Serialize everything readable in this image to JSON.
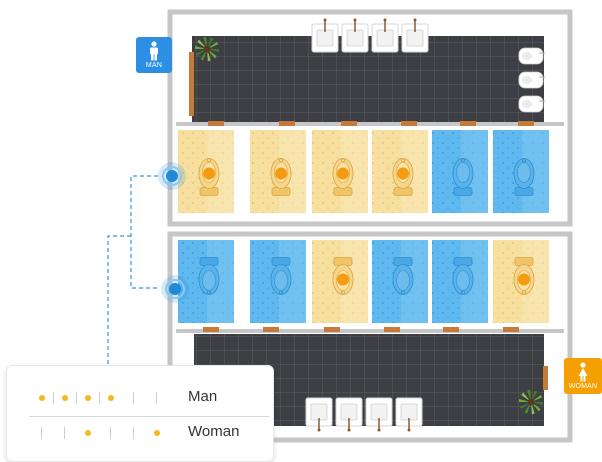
{
  "colors": {
    "occupied_fill": "#f7dfa0",
    "vacant_fill": "#5fb8ee",
    "vacant_fill_light": "#8acdf5",
    "floor_tile": "#3d3f44",
    "wall": "#c6c6c6",
    "connector": "#2d9ae3",
    "marker": "#1e8bd9",
    "man_badge": "#2d8fe3",
    "woman_badge": "#f5a000",
    "occupied_dot": "#f5b81e",
    "occupied_seat_dot": "#f39c12"
  },
  "mens_room": {
    "label": "MAN",
    "badge_icon": "man-icon",
    "stalls": [
      "occupied",
      "occupied",
      "occupied",
      "occupied",
      "vacant",
      "vacant"
    ],
    "sinks": 4,
    "urinals": 3
  },
  "womens_room": {
    "label": "WOMAN",
    "badge_icon": "woman-icon",
    "stalls": [
      "vacant",
      "vacant",
      "occupied",
      "vacant",
      "vacant",
      "occupied"
    ],
    "sinks": 4
  },
  "legend": {
    "rows": [
      {
        "label": "Man",
        "pattern": [
          "occupied",
          "occupied",
          "occupied",
          "occupied",
          "vacant",
          "vacant"
        ]
      },
      {
        "label": "Woman",
        "pattern": [
          "vacant",
          "vacant",
          "occupied",
          "vacant",
          "vacant",
          "occupied"
        ]
      }
    ]
  }
}
